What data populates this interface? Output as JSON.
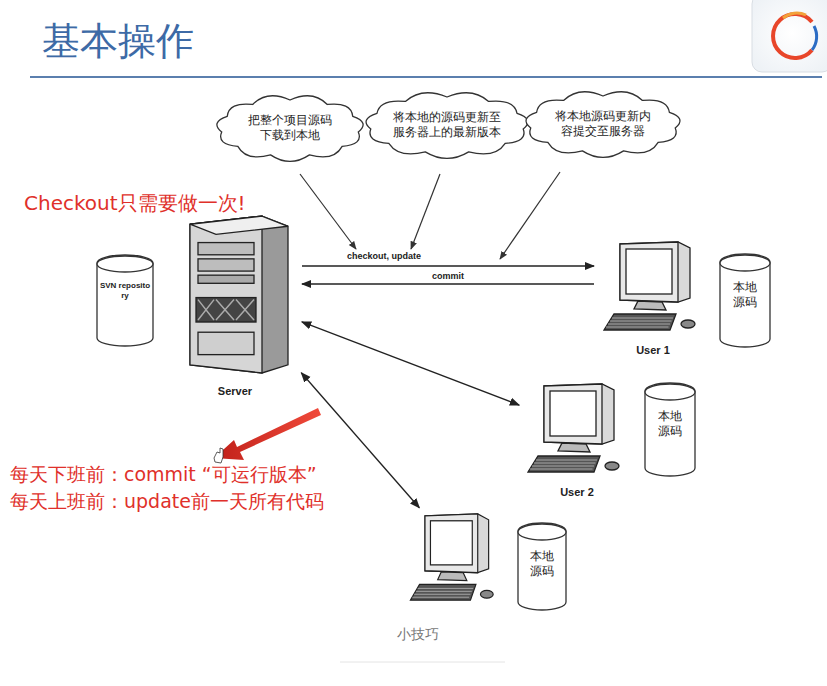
{
  "diagram": {
    "title": "基本操作",
    "caption": "小技巧",
    "nodes": [
      {
        "text": [
          "把整个项目源码下载到本地"
        ]
      },
      {
        "text": [
          "将本地的源码更新至服务器上的最新版本"
        ]
      },
      {
        "text": [
          "将本地源码更新内容提交至服务器"
        ]
      },
      {
        "text": [
          "SVN repository"
        ]
      },
      {
        "text": [
          "Server"
        ]
      },
      {
        "text": [
          "User 1"
        ]
      },
      {
        "text": [
          "本地源码"
        ]
      },
      {
        "text": [
          "User 2"
        ]
      },
      {
        "text": [
          "本地源码"
        ]
      },
      {
        "text": []
      },
      {
        "text": [
          "本地源码"
        ]
      }
    ],
    "edges": [
      {
        "from": 4,
        "to": 5,
        "label": "checkout, update",
        "arrow": "to"
      },
      {
        "from": 5,
        "to": 4,
        "label": "commit",
        "arrow": "to"
      },
      {
        "from": 4,
        "to": 7,
        "arrow": "both"
      },
      {
        "from": 4,
        "to": 9,
        "arrow": "both"
      }
    ],
    "labels": [
      "Checkout只需要做一次!",
      "每天下班前：commit “可运行版本”",
      "每天上班前：update前一天所有代码"
    ]
  }
}
